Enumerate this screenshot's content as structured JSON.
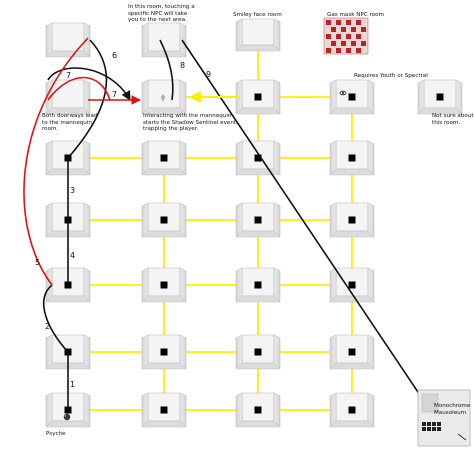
{
  "title_labels": {
    "top_npc_note": "In this room, touching a specific NPC will take you to the next area.",
    "smiley_room": "Smiley face room",
    "gasmask_room": "Gas mask NPC room",
    "requires_note": "Requires Youth or Spectral",
    "not_sure_note": "Not sure about this room.",
    "doorways_note": "Both doorways lead to the mannequin room.",
    "mannequin_note": "Interacting with the mannequin starts the Shadow Sentinel event, trapping the player.",
    "psyche_label": "Psyche",
    "mausoleum_label": "Monochrome Mausoleum"
  },
  "path_steps": {
    "s1": "1",
    "s2": "2",
    "s3": "3",
    "s4": "4",
    "s5": "5",
    "s6": "6",
    "s7a": "7",
    "s7b": "7",
    "s8": "8",
    "s9": "9"
  },
  "colors": {
    "corridor": "#ffee00",
    "route_black": "#111111",
    "route_red": "#dd1111",
    "room_wall": "#e6e6e6",
    "room_edge": "#b5b5b5",
    "room_node": "#000000"
  }
}
